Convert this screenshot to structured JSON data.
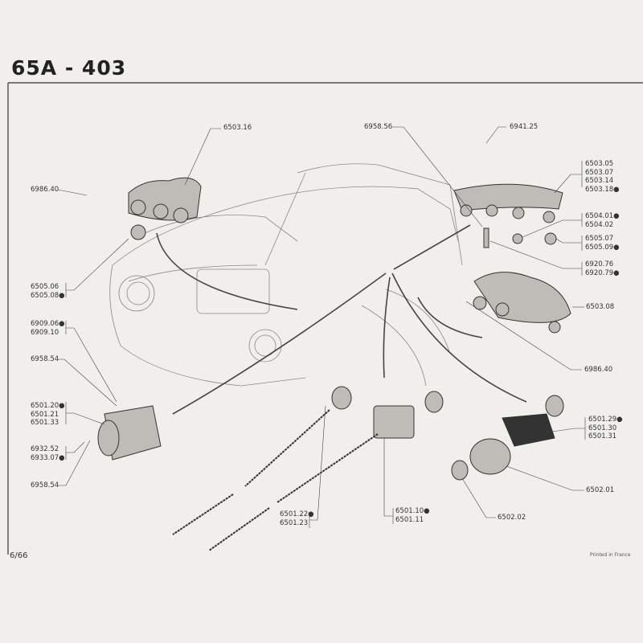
{
  "page": {
    "title": "65A - 403",
    "page_number": "6/66",
    "printed": "Printed in France"
  },
  "callouts": {
    "c6503_16": "6503.16",
    "c6986_40_left": "6986.40",
    "c6505_06": [
      "6505.06",
      "6505.08●"
    ],
    "c6909": [
      "6909.06●",
      "6909.10"
    ],
    "c6958_54_top": "6958.54",
    "c6501_20": [
      "6501.20●",
      "6501.21",
      "6501.33"
    ],
    "c6932": [
      "6932.52",
      "6933.07●"
    ],
    "c6958_54_bottom": "6958.54",
    "c6958_56": "6958.56",
    "c6941_25": "6941.25",
    "c6503_05": [
      "6503.05",
      "6503.07",
      "6503.14",
      "6503.18●"
    ],
    "c6504": [
      "6504.01●",
      "6504.02"
    ],
    "c6505_07": [
      "6505.07",
      "6505.09●"
    ],
    "c6920": [
      "6920.76",
      "6920.79●"
    ],
    "c6503_08": "6503.08",
    "c6986_40_right": "6986.40",
    "c6501_29": [
      "6501.29●",
      "6501.30",
      "6501.31"
    ],
    "c6502_01": "6502.01",
    "c6502_02": "6502.02",
    "c6501_22": [
      "6501.22●",
      "6501.23"
    ],
    "c6501_10": [
      "6501.10●",
      "6501.11"
    ]
  }
}
